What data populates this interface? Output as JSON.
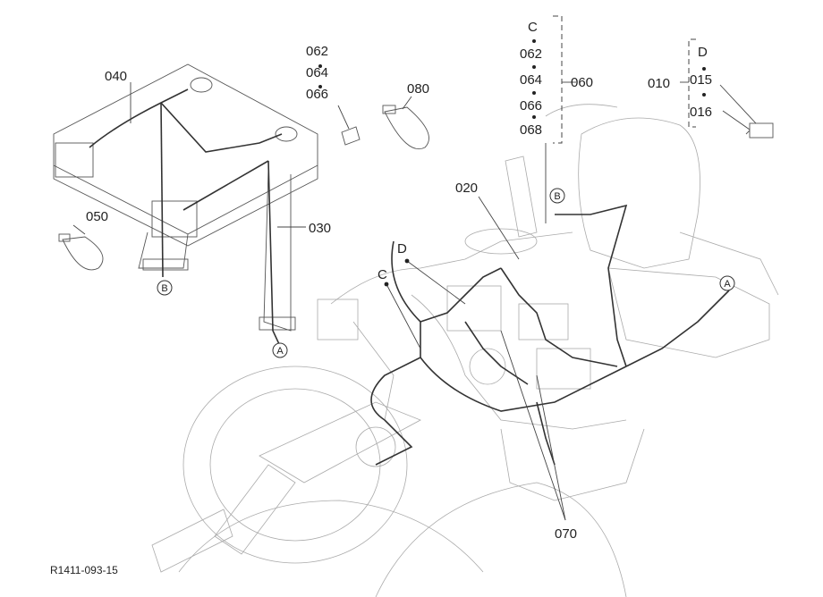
{
  "callouts": {
    "p040": "040",
    "p030": "030",
    "p050": "050",
    "p062a": "062",
    "p064a": "064",
    "p066a": "066",
    "p080": "080",
    "pC_top": "C",
    "p062b": "062",
    "p064b": "064",
    "p066b": "066",
    "p068": "068",
    "p060": "060",
    "p010": "010",
    "pD_top": "D",
    "p015": "015",
    "p016": "016",
    "p020": "020",
    "pD": "D",
    "pC": "C",
    "p070": "070"
  },
  "circled": {
    "B_left": "B",
    "A_left": "A",
    "B_right": "B",
    "A_right": "A"
  },
  "figure_code": "R1411-093-15"
}
